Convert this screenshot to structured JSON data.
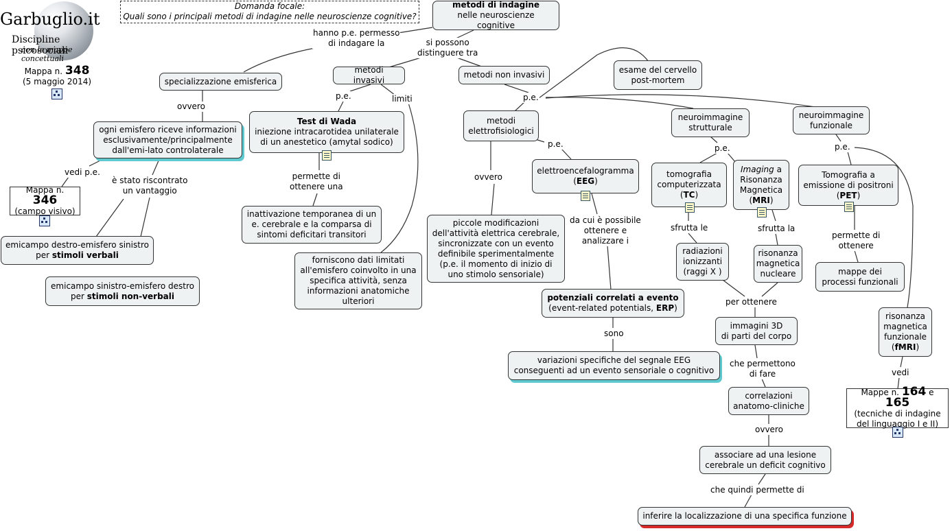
{
  "logo": {
    "brand": "Garbuglio.it",
    "subtitle": "Discipline psicosociali",
    "tagline": "con le mappe concettuali"
  },
  "map_info": {
    "prefix": "Mappa n.",
    "number": "348",
    "date": "(5 maggio 2014)"
  },
  "focal": {
    "title": "Domanda focale:",
    "question": "Quali sono i principali metodi di indagine nelle neuroscienze cognitive?"
  },
  "nodes": {
    "root": {
      "bold": "metodi di indagine",
      "text": "nelle neuroscienze cognitive"
    },
    "spec": "specializzazione emisferica",
    "ogni": [
      "ogni emisfero riceve informazioni",
      "esclusivamente/principalmente",
      "dall'emi-lato controlaterale"
    ],
    "mappa346": {
      "prefix": "Mappa n.",
      "number": "346",
      "text": "(campo visivo)"
    },
    "verbali": {
      "line1": "emicampo destro-emisfero sinistro",
      "pre": "per",
      "bold": "stimoli verbali"
    },
    "nonverbali": {
      "line1": "emicampo sinistro-emisfero destro",
      "pre": "per",
      "bold": "stimoli non-verbali"
    },
    "invasivi": "metodi invasivi",
    "wada": {
      "bold": "Test di Wada",
      "lines": [
        "iniezione intracarotidea unilaterale",
        "di un anestetico (amytal sodico)"
      ]
    },
    "inatt": [
      "inattivazione temporanea di un",
      "e. cerebrale e la comparsa di",
      "sintomi deficitari transitori"
    ],
    "forniscono": [
      "forniscono dati limitati",
      "all'emisfero coinvolto in una",
      "specifica attività, senza",
      "informazioni anatomiche",
      "ulteriori"
    ],
    "noninvasivi": "metodi non invasivi",
    "esame": [
      "esame del cervello",
      "post-mortem"
    ],
    "elettro": [
      "metodi",
      "elettrofisiologici"
    ],
    "eeg": {
      "line1": "elettroencefalogramma",
      "bold": "EEG"
    },
    "piccole": [
      "piccole modificazioni",
      "dell'attività elettrica cerebrale,",
      "sincronizzate con un evento",
      "definibile sperimentalmente",
      "(p.e. il momento di inizio di",
      "uno stimolo sensoriale)"
    ],
    "erp": {
      "bold": "potenziali correlati a evento",
      "line2": "(event-related potentials,",
      "bold2": "ERP"
    },
    "variazioni": [
      "variazioni specifiche del segnale EEG",
      "conseguenti ad un evento sensoriale o cognitivo"
    ],
    "strutt": [
      "neuroimmagine",
      "strutturale"
    ],
    "funz": [
      "neuroimmagine",
      "funzionale"
    ],
    "tc": {
      "lines": [
        "tomografia",
        "computerizzata"
      ],
      "bold": "TC"
    },
    "mri": {
      "italic": "Imaging",
      "rest": "a",
      "lines": [
        "Risonanza",
        "Magnetica"
      ],
      "bold": "MRI"
    },
    "radiazioni": [
      "radiazioni",
      "ionizzanti",
      "(raggi X )"
    ],
    "risonanza": [
      "risonanza",
      "magnetica",
      "nucleare"
    ],
    "immagini": [
      "immagini 3D",
      "di parti del corpo"
    ],
    "correlazioni": [
      "correlazioni",
      "anatomo-cliniche"
    ],
    "associare": [
      "associare ad una lesione",
      "cerebrale un deficit cognitivo"
    ],
    "inferire": "inferire la localizzazione di una specifica funzione",
    "pet": {
      "lines": [
        "Tomografia a",
        "emissione di positroni"
      ],
      "bold": "PET"
    },
    "mappe": [
      "mappe dei",
      "processi funzionali"
    ],
    "fmri": {
      "lines": [
        "risonanza",
        "magnetica",
        "funzionale"
      ],
      "bold": "fMRI"
    },
    "mappe164": {
      "prefix": "Mappe n.",
      "n1": "164",
      "mid": "e",
      "n2": "165",
      "lines": [
        "(tecniche di indagine",
        "del linguaggio I e II)"
      ]
    }
  },
  "labels": {
    "hanno": [
      "hanno p.e. permesso",
      "di indagare la"
    ],
    "possono": [
      "si possono",
      "distinguere tra"
    ],
    "ovvero1": "ovvero",
    "vedi": "vedi p.e.",
    "stato": [
      "è stato riscontrato",
      "un vantaggio"
    ],
    "pe1": "p.e.",
    "limiti": "limiti",
    "permette": [
      "permette di",
      "ottenere una"
    ],
    "pe2": "p.e.",
    "pe3": "p.e.",
    "ovvero2": "ovvero",
    "dacui": [
      "da cui è possibile",
      "ottenere e",
      "analizzare i"
    ],
    "sono": "sono",
    "pe4": "p.e.",
    "sfrutta1": "sfrutta le",
    "sfrutta2": "sfrutta la",
    "perott": "per ottenere",
    "chepermettono": [
      "che permettono",
      "di fare"
    ],
    "ovvero3": "ovvero",
    "chequindi": "che quindi permette di",
    "pe5": "p.e.",
    "permetteott": [
      "permette di",
      "ottenere"
    ],
    "vedi2": "vedi"
  },
  "colors": {
    "node_fill": "#eef2f3",
    "shadow_cyan": "#5fc9cf",
    "shadow_red": "#d62a2a",
    "line": "#333333"
  }
}
